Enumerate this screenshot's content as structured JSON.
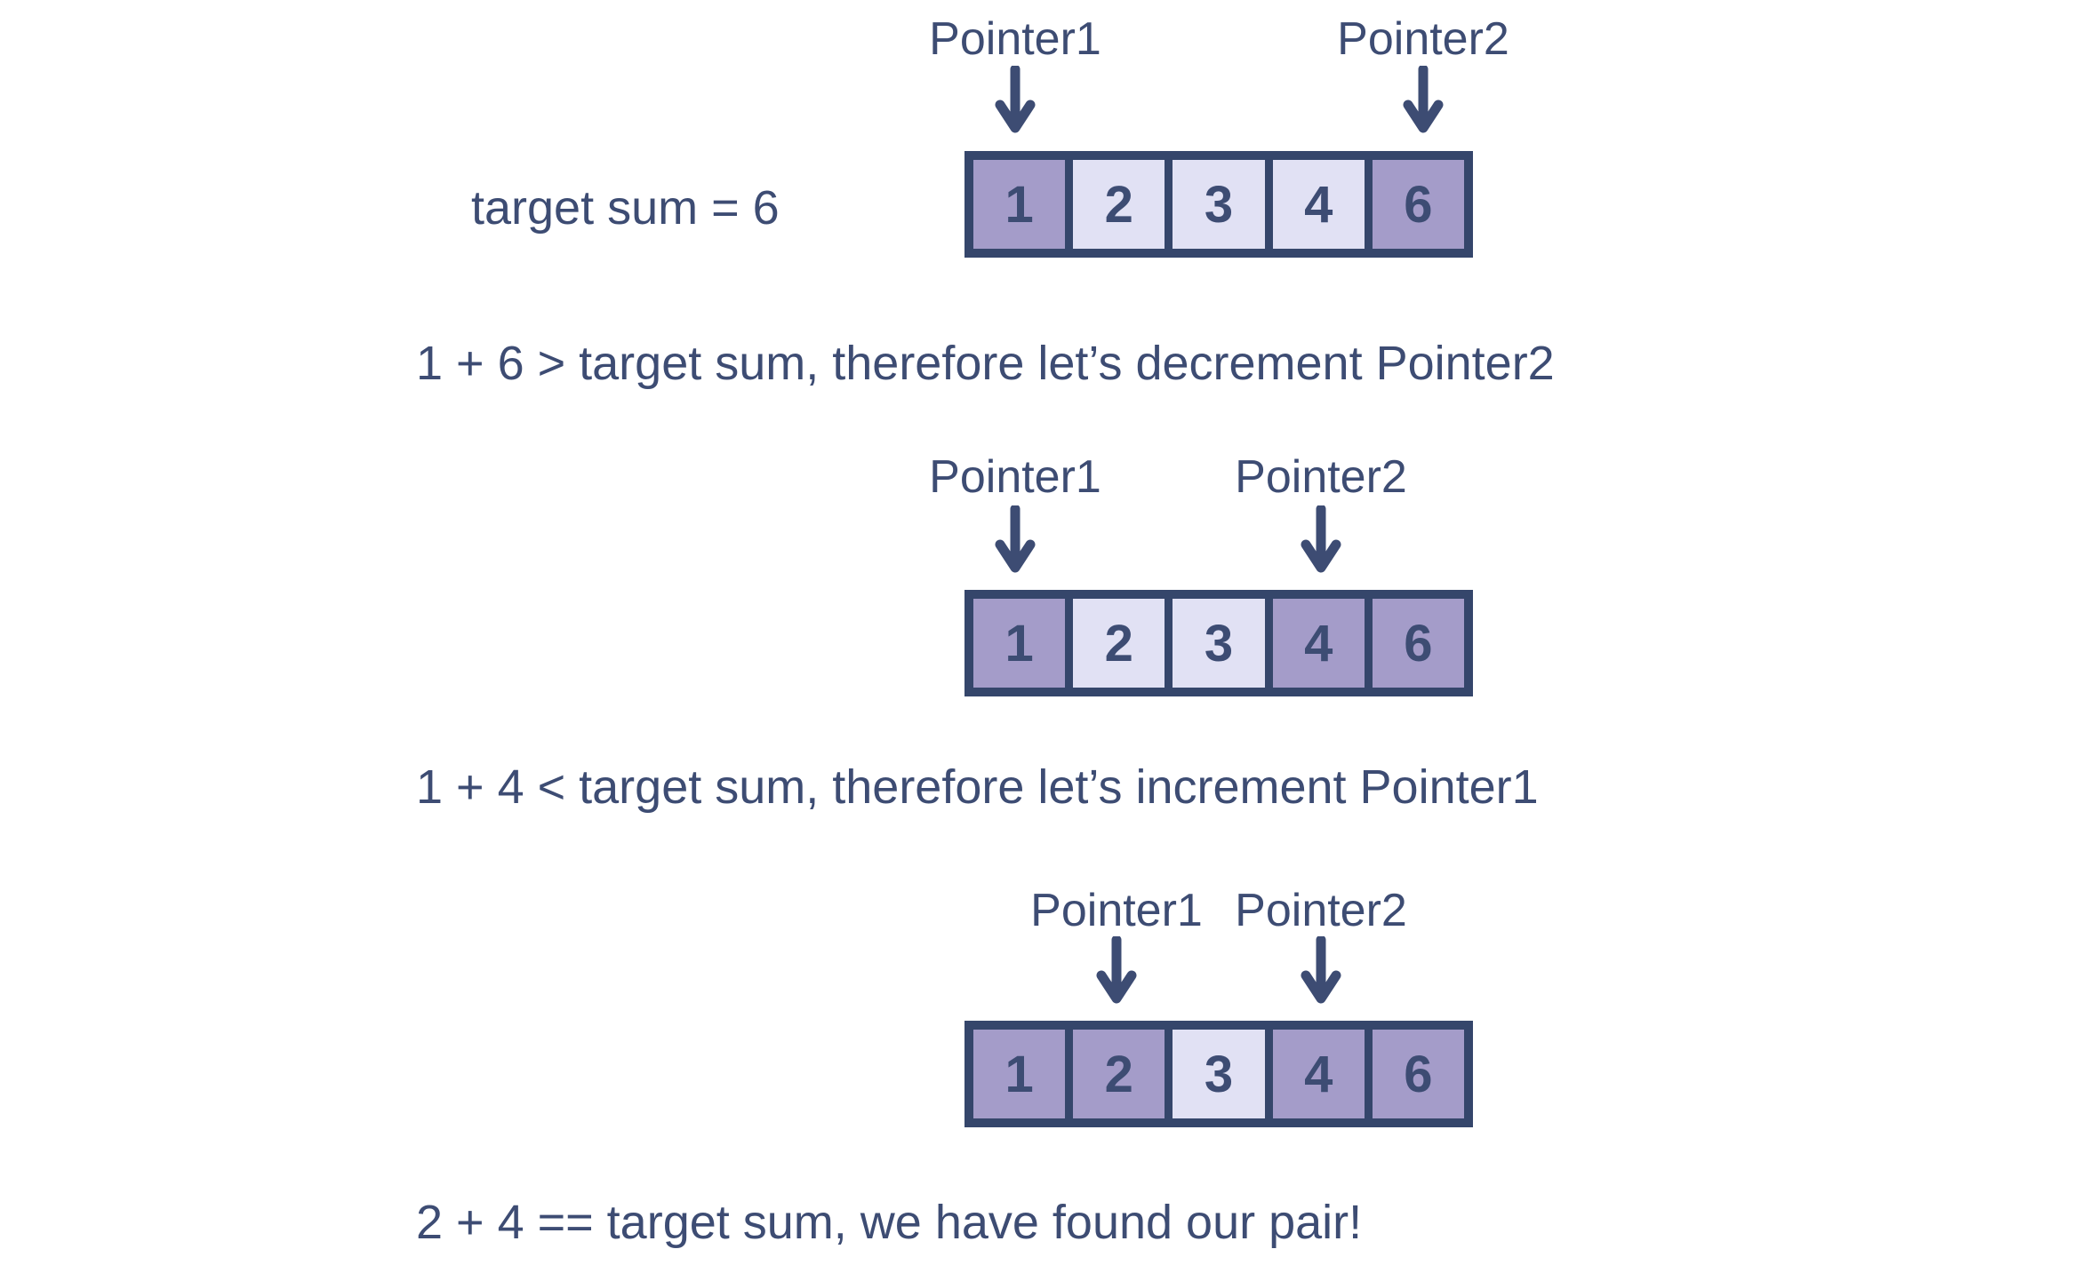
{
  "colors": {
    "navy": "#3d4c73",
    "border": "#35466b",
    "purple": "#a49cc9",
    "lavender": "#e1e1f4",
    "background": "#ffffff"
  },
  "intro": {
    "target_label": "target sum = 6"
  },
  "steps": [
    {
      "pointer1_label": "Pointer1",
      "pointer2_label": "Pointer2",
      "cells": [
        {
          "value": "1",
          "variant": "highlight"
        },
        {
          "value": "2",
          "variant": "normal"
        },
        {
          "value": "3",
          "variant": "normal"
        },
        {
          "value": "4",
          "variant": "normal"
        },
        {
          "value": "6",
          "variant": "highlight"
        }
      ],
      "caption": "1 + 6 > target sum, therefore let’s decrement Pointer2"
    },
    {
      "pointer1_label": "Pointer1",
      "pointer2_label": "Pointer2",
      "cells": [
        {
          "value": "1",
          "variant": "highlight"
        },
        {
          "value": "2",
          "variant": "normal"
        },
        {
          "value": "3",
          "variant": "normal"
        },
        {
          "value": "4",
          "variant": "highlight"
        },
        {
          "value": "6",
          "variant": "highlight"
        }
      ],
      "caption": "1 + 4 < target sum, therefore let’s increment Pointer1"
    },
    {
      "pointer1_label": "Pointer1",
      "pointer2_label": "Pointer2",
      "cells": [
        {
          "value": "1",
          "variant": "highlight"
        },
        {
          "value": "2",
          "variant": "highlight"
        },
        {
          "value": "3",
          "variant": "normal"
        },
        {
          "value": "4",
          "variant": "highlight"
        },
        {
          "value": "6",
          "variant": "highlight"
        }
      ],
      "caption": "2 + 4 == target sum, we have found our pair!"
    }
  ]
}
